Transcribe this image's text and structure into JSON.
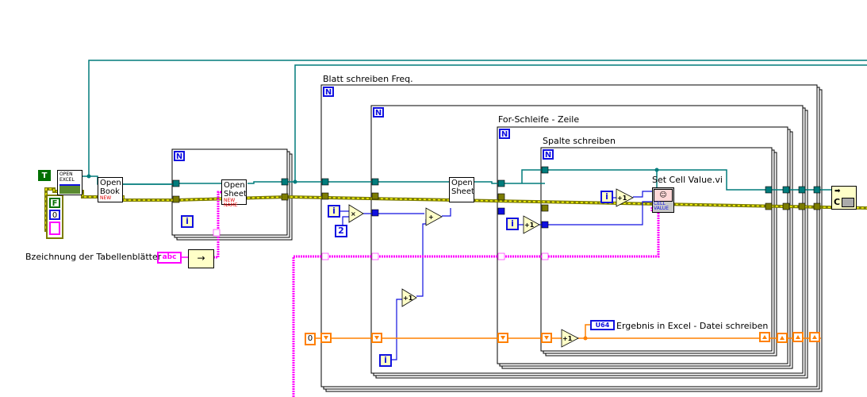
{
  "labels": {
    "loop_outer": "Blatt schreiben Freq.",
    "loop_row": "For-Schleife - Zeile",
    "loop_col": "Spalte schreiben",
    "set_cell": "Set Cell Value.vi",
    "sheet_names": "Bzeichnung der Tabellenblätter",
    "result": "Ergebnis in Excel - Datei schreiben"
  },
  "nodes": {
    "open_excel": "OPEN EXCEL",
    "open_book": "Open Book",
    "open_book_sub": "NEW",
    "open_sheet": "Open Sheet",
    "open_sheet_sub": "NEW NAME",
    "cell_value": "CELL VALUE",
    "close": "C"
  },
  "constants": {
    "true_const": "T",
    "false_const": "F",
    "zero": "0",
    "two": "2",
    "init_zero": "0",
    "string_const": "abc",
    "u64": "U64",
    "loop_count": "N",
    "iteration": "i",
    "increment": "+1",
    "multiply": "×",
    "add": "+"
  },
  "colors": {
    "refnum": "#007c7c",
    "cluster": "#7c7c00",
    "string": "#ff00ff",
    "integer": "#1010e0",
    "u64": "#ff8000"
  }
}
